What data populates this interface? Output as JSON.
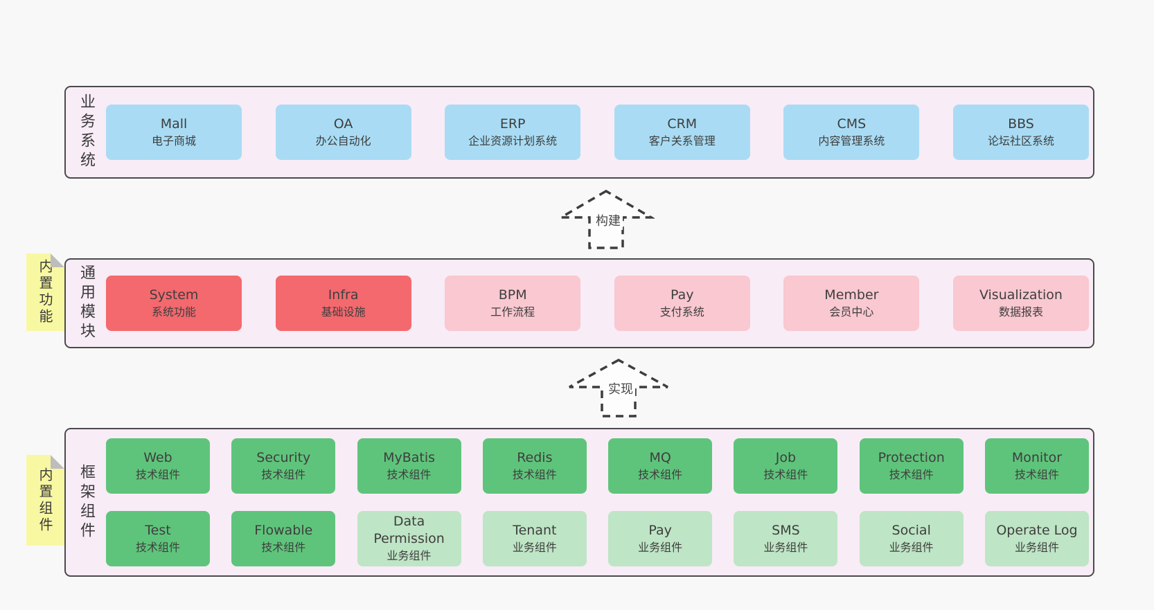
{
  "diagram": {
    "layers": {
      "business": {
        "label": "业务系统",
        "boxes": [
          {
            "name": "Mall",
            "desc": "电子商城"
          },
          {
            "name": "OA",
            "desc": "办公自动化"
          },
          {
            "name": "ERP",
            "desc": "企业资源计划系统"
          },
          {
            "name": "CRM",
            "desc": "客户关系管理"
          },
          {
            "name": "CMS",
            "desc": "内容管理系统"
          },
          {
            "name": "BBS",
            "desc": "论坛社区系统"
          }
        ]
      },
      "modules": {
        "label": "通用模块",
        "note": "内置功能",
        "boxes": [
          {
            "name": "System",
            "desc": "系统功能"
          },
          {
            "name": "Infra",
            "desc": "基础设施"
          },
          {
            "name": "BPM",
            "desc": "工作流程"
          },
          {
            "name": "Pay",
            "desc": "支付系统"
          },
          {
            "name": "Member",
            "desc": "会员中心"
          },
          {
            "name": "Visualization",
            "desc": "数据报表"
          }
        ]
      },
      "components": {
        "label": "框架组件",
        "note": "内置组件",
        "row1": [
          {
            "name": "Web",
            "desc": "技术组件"
          },
          {
            "name": "Security",
            "desc": "技术组件"
          },
          {
            "name": "MyBatis",
            "desc": "技术组件"
          },
          {
            "name": "Redis",
            "desc": "技术组件"
          },
          {
            "name": "MQ",
            "desc": "技术组件"
          },
          {
            "name": "Job",
            "desc": "技术组件"
          },
          {
            "name": "Protection",
            "desc": "技术组件"
          },
          {
            "name": "Monitor",
            "desc": "技术组件"
          }
        ],
        "row2": [
          {
            "name": "Test",
            "desc": "技术组件"
          },
          {
            "name": "Flowable",
            "desc": "技术组件"
          },
          {
            "name": "Data Permission",
            "desc": "业务组件"
          },
          {
            "name": "Tenant",
            "desc": "业务组件"
          },
          {
            "name": "Pay",
            "desc": "业务组件"
          },
          {
            "name": "SMS",
            "desc": "业务组件"
          },
          {
            "name": "Social",
            "desc": "业务组件"
          },
          {
            "name": "Operate Log",
            "desc": "业务组件"
          }
        ]
      }
    },
    "arrows": [
      {
        "label": "构建"
      },
      {
        "label": "实现"
      }
    ],
    "colors": {
      "page_bg": "#f8f8f8",
      "container_bg": "#f8ecf6",
      "container_border": "#4a4a4a",
      "blue": "#a9dcf4",
      "red": "#f4696e",
      "pink": "#f9c8d0",
      "green_dark": "#5fc47b",
      "green_light": "#bee5c5",
      "sticky_note": "#f9f8a2",
      "fold": "#bdbdbd"
    }
  }
}
